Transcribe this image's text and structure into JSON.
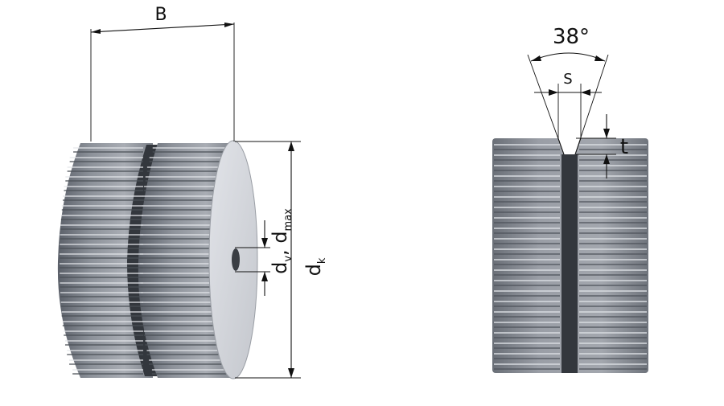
{
  "labels": {
    "width": "B",
    "bore": "d",
    "bore_sub": "v",
    "separator": ", ",
    "max_dia": "d",
    "max_sub": "max",
    "outer_dia": "d",
    "outer_sub": "k",
    "angle": "38°",
    "gap": "S",
    "depth": "t"
  },
  "colors": {
    "steel_dark": "#5b6069",
    "steel_mid": "#8b9098",
    "steel_light": "#c7cad0",
    "face": "#d6d8de",
    "groove": "#33373d",
    "line": "#111111"
  }
}
